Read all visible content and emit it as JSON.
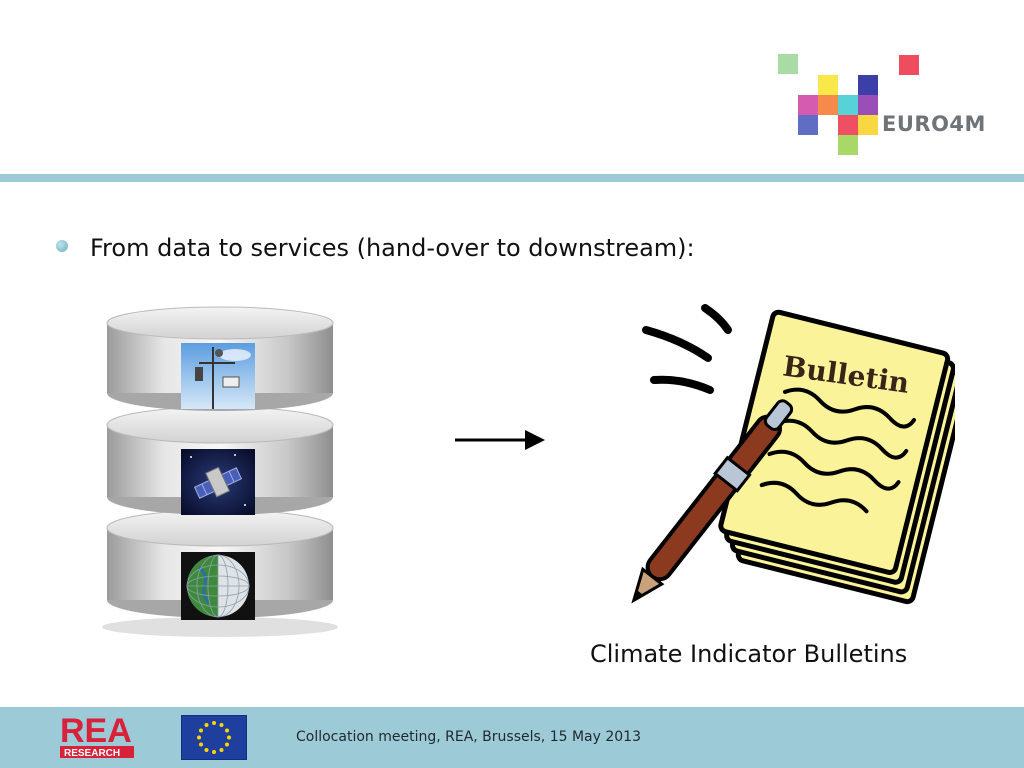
{
  "logo": {
    "name": "EURO4M"
  },
  "bullet": {
    "text": "From data to services (hand-over to downstream):"
  },
  "figure": {
    "bulletin_label": "Bulletin",
    "caption": "Climate Indicator Bulletins"
  },
  "footer": {
    "text": "Collocation meeting, REA, Brussels, 15 May 2013",
    "rea_logo_text": "REA",
    "rea_sub_text": "RESEARCH"
  },
  "colors": {
    "accent": "#9ccad6",
    "bulletin_paper": "#fbf39a",
    "pen": "#8b3a1f"
  }
}
